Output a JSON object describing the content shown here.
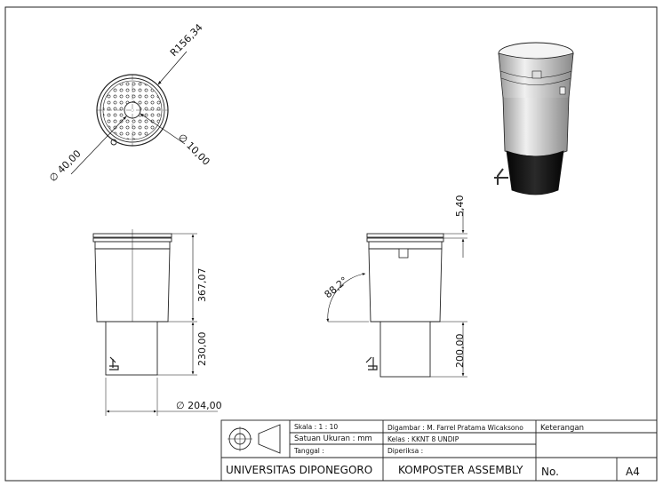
{
  "dimensions": {
    "radius": "R156,34",
    "dia_large": "∅ 40,00",
    "dia_small": "∅ 10,00",
    "top_height": "367,07",
    "bottom_height": "230,00",
    "base_width": "∅ 204,00",
    "rim_height": "5,40",
    "angle": "88,2°",
    "right_bottom_height": "200,00"
  },
  "title_block": {
    "scale": "Skala : 1 : 10",
    "unit": "Satuan Ukuran : mm",
    "date": "Tanggal :",
    "drawn_by": "Digambar : M. Farrel Pratama Wicaksono",
    "class": "Kelas : KKNT 8 UNDIP",
    "checked": "Diperiksa :",
    "notes": "Keterangan",
    "university": "UNIVERSITAS DIPONEGORO",
    "title": "KOMPOSTER ASSEMBLY",
    "number": "No.",
    "size": "A4"
  },
  "colors": {
    "line": "#222222",
    "body_fill": "#e6e6e6",
    "base_fill": "#141414"
  }
}
